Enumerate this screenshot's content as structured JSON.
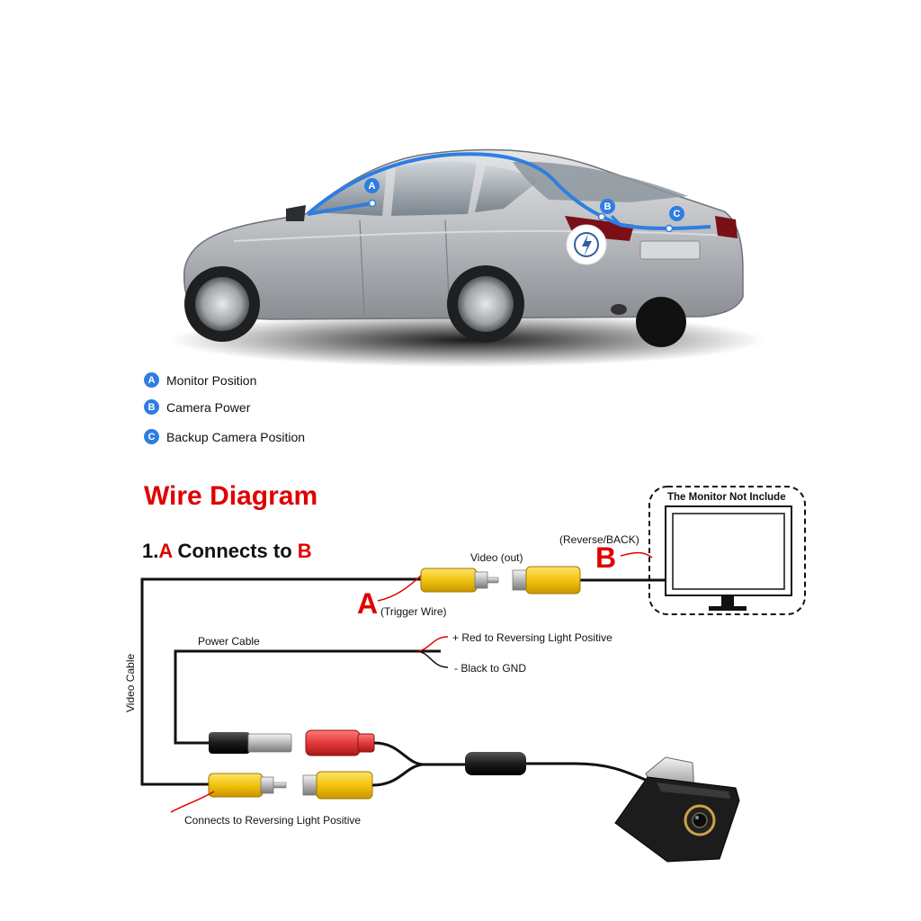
{
  "legend": [
    {
      "letter": "A",
      "label": "Monitor Position"
    },
    {
      "letter": "B",
      "label": "Camera Power"
    },
    {
      "letter": "C",
      "label": "Backup Camera Position"
    }
  ],
  "car_markers": {
    "a": "A",
    "b": "B",
    "c": "C"
  },
  "title": "Wire Diagram",
  "subtitle": {
    "prefix": "1.",
    "a": "A",
    "middle": " Connects to ",
    "b": "B"
  },
  "labels": {
    "monitor_box": "The Monitor Not Include",
    "reverse_back": "(Reverse/BACK)",
    "b_letter": "B",
    "video_out": "Video (out)",
    "a_letter": "A",
    "trigger_wire": "(Trigger Wire)",
    "power_cable": "Power Cable",
    "red_positive": "+ Red to Reversing Light Positive",
    "black_gnd": "- Black to GND",
    "video_cable": "Video Cable",
    "connects_reversing": "Connects to Reversing Light Positive"
  },
  "colors": {
    "accent_red": "#e00000",
    "marker_blue": "#2f7de1",
    "rca_yellow": "#f2c40f",
    "dc_red": "#e23a3a"
  }
}
